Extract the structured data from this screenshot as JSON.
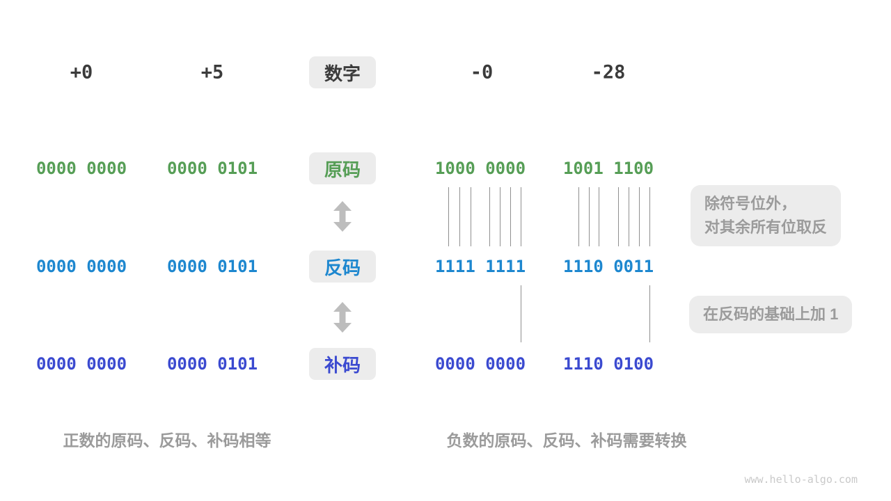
{
  "matrix": {
    "number": {
      "c1": "+0",
      "c2": "+5",
      "label": "数字",
      "c3": "-0",
      "c4": "-28"
    },
    "sign_magnitude": {
      "c1": "0000 0000",
      "c2": "0000 0101",
      "label": "原码",
      "c3": "1000 0000",
      "c4": "1001 1100"
    },
    "ones_complement": {
      "c1": "0000 0000",
      "c2": "0000 0101",
      "label": "反码",
      "c3": "1111 1111",
      "c4": "1110 0011"
    },
    "twos_complement": {
      "c1": "0000 0000",
      "c2": "0000 0101",
      "label": "补码",
      "c3": "0000 0000",
      "c4": "1110 0100"
    }
  },
  "annotations": {
    "flip_note_line1": "除符号位外，",
    "flip_note_line2": "对其余所有位取反",
    "add_one_note": "在反码的基础上加 1"
  },
  "captions": {
    "positive": "正数的原码、反码、补码相等",
    "negative": "负数的原码、反码、补码需要转换"
  },
  "watermark": "www.hello-algo.com",
  "colors": {
    "green": "#569e56",
    "blue": "#1d87cf",
    "indigo": "#3b4ad0",
    "dark": "#3b3b3b",
    "box_bg": "#ececec",
    "gray_text": "#9b9b9b",
    "line": "#8f8f8f",
    "arrow": "#bdbdbd",
    "watermark": "#c9c9c9"
  },
  "connectors": {
    "flip_lines_neg0_x": [
      644,
      660,
      676,
      703,
      718,
      733,
      748
    ],
    "flip_lines_neg28_x": [
      831,
      846,
      860,
      888,
      903,
      918,
      933
    ],
    "flip_lines_y": [
      269,
      354
    ],
    "carry_lines_x": [
      748,
      933
    ],
    "carry_lines_y": [
      410,
      492
    ]
  },
  "layout": {
    "col_x": {
      "c1": 117,
      "c2": 305,
      "label": 492,
      "c3": 690,
      "c4": 874
    },
    "row_y": {
      "number": 104,
      "sign_magnitude": 242,
      "ones_complement": 383,
      "twos_complement": 523
    }
  }
}
